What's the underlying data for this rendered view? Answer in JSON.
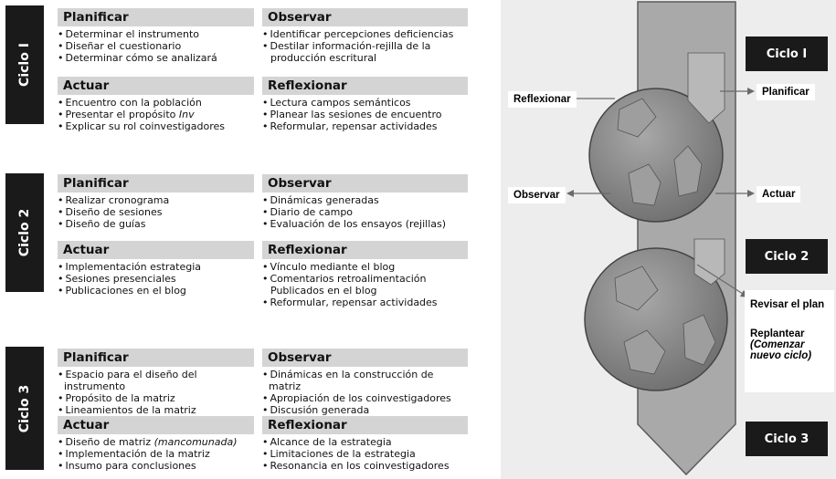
{
  "cycles": [
    {
      "tab": "Ciclo I",
      "planificar": {
        "title": "Planificar",
        "items": [
          "Determinar el instrumento",
          "Diseñar el cuestionario",
          "Determinar cómo se analizará"
        ]
      },
      "observar": {
        "title": "Observar",
        "items": [
          "Identificar percepciones deficiencias",
          "Destilar información-rejilla de la",
          "producción escritural"
        ]
      },
      "actuar": {
        "title": "Actuar",
        "items": [
          "Encuentro con la población",
          "Presentar el propósito",
          "Inv",
          "Explicar su rol coinvestigadores"
        ]
      },
      "reflexionar": {
        "title": "Reflexionar",
        "items": [
          "Lectura campos semánticos",
          "Planear las sesiones de encuentro",
          "Reformular, repensar actividades"
        ]
      }
    },
    {
      "tab": "Ciclo 2",
      "planificar": {
        "title": "Planificar",
        "items": [
          "Realizar cronograma",
          "Diseño de sesiones",
          "Diseño de guías"
        ]
      },
      "observar": {
        "title": "Observar",
        "items": [
          "Dinámicas generadas",
          "Diario de campo",
          "Evaluación de los ensayos (rejillas)"
        ]
      },
      "actuar": {
        "title": "Actuar",
        "items": [
          "Implementación estrategia",
          "Sesiones presenciales",
          "Publicaciones en el blog"
        ]
      },
      "reflexionar": {
        "title": "Reflexionar",
        "items": [
          "Vínculo mediante el blog",
          "Comentarios retroalimentación",
          "Publicados en el blog",
          "Reformular, repensar actividades"
        ]
      }
    },
    {
      "tab": "Ciclo 3",
      "planificar": {
        "title": "Planificar",
        "items": [
          "Espacio para el diseño del instrumento",
          "Propósito de la matriz",
          "Lineamientos de la matriz"
        ]
      },
      "observar": {
        "title": "Observar",
        "items": [
          "Dinámicas en la construcción de matriz",
          "Apropiación de los coinvestigadores",
          "Discusión generada"
        ]
      },
      "actuar": {
        "title": "Actuar",
        "items": [
          "Diseño de matriz",
          "(mancomunada)",
          "Implementación de la matriz",
          "Insumo para conclusiones"
        ]
      },
      "reflexionar": {
        "title": "Reflexionar",
        "items": [
          "Alcance de la estrategia",
          "Limitaciones de la estrategia",
          "Resonancia en los coinvestigadores"
        ]
      }
    }
  ],
  "diagram": {
    "ciclo1": "Ciclo I",
    "ciclo2": "Ciclo 2",
    "ciclo3": "Ciclo 3",
    "reflexionar": "Reflexionar",
    "planificar": "Planificar",
    "observar": "Observar",
    "actuar": "Actuar",
    "revisar": "Revisar el plan",
    "replantear": "Replantear",
    "comenzar_1": "(Comenzar",
    "comenzar_2": "nuevo ciclo)"
  },
  "colors": {
    "tab_bg": "#1a1a1a",
    "head_bg": "#d4d4d4",
    "panel_bg": "#ededed",
    "globe": "#8a8a8a",
    "arrow": "#a8a8a8"
  }
}
